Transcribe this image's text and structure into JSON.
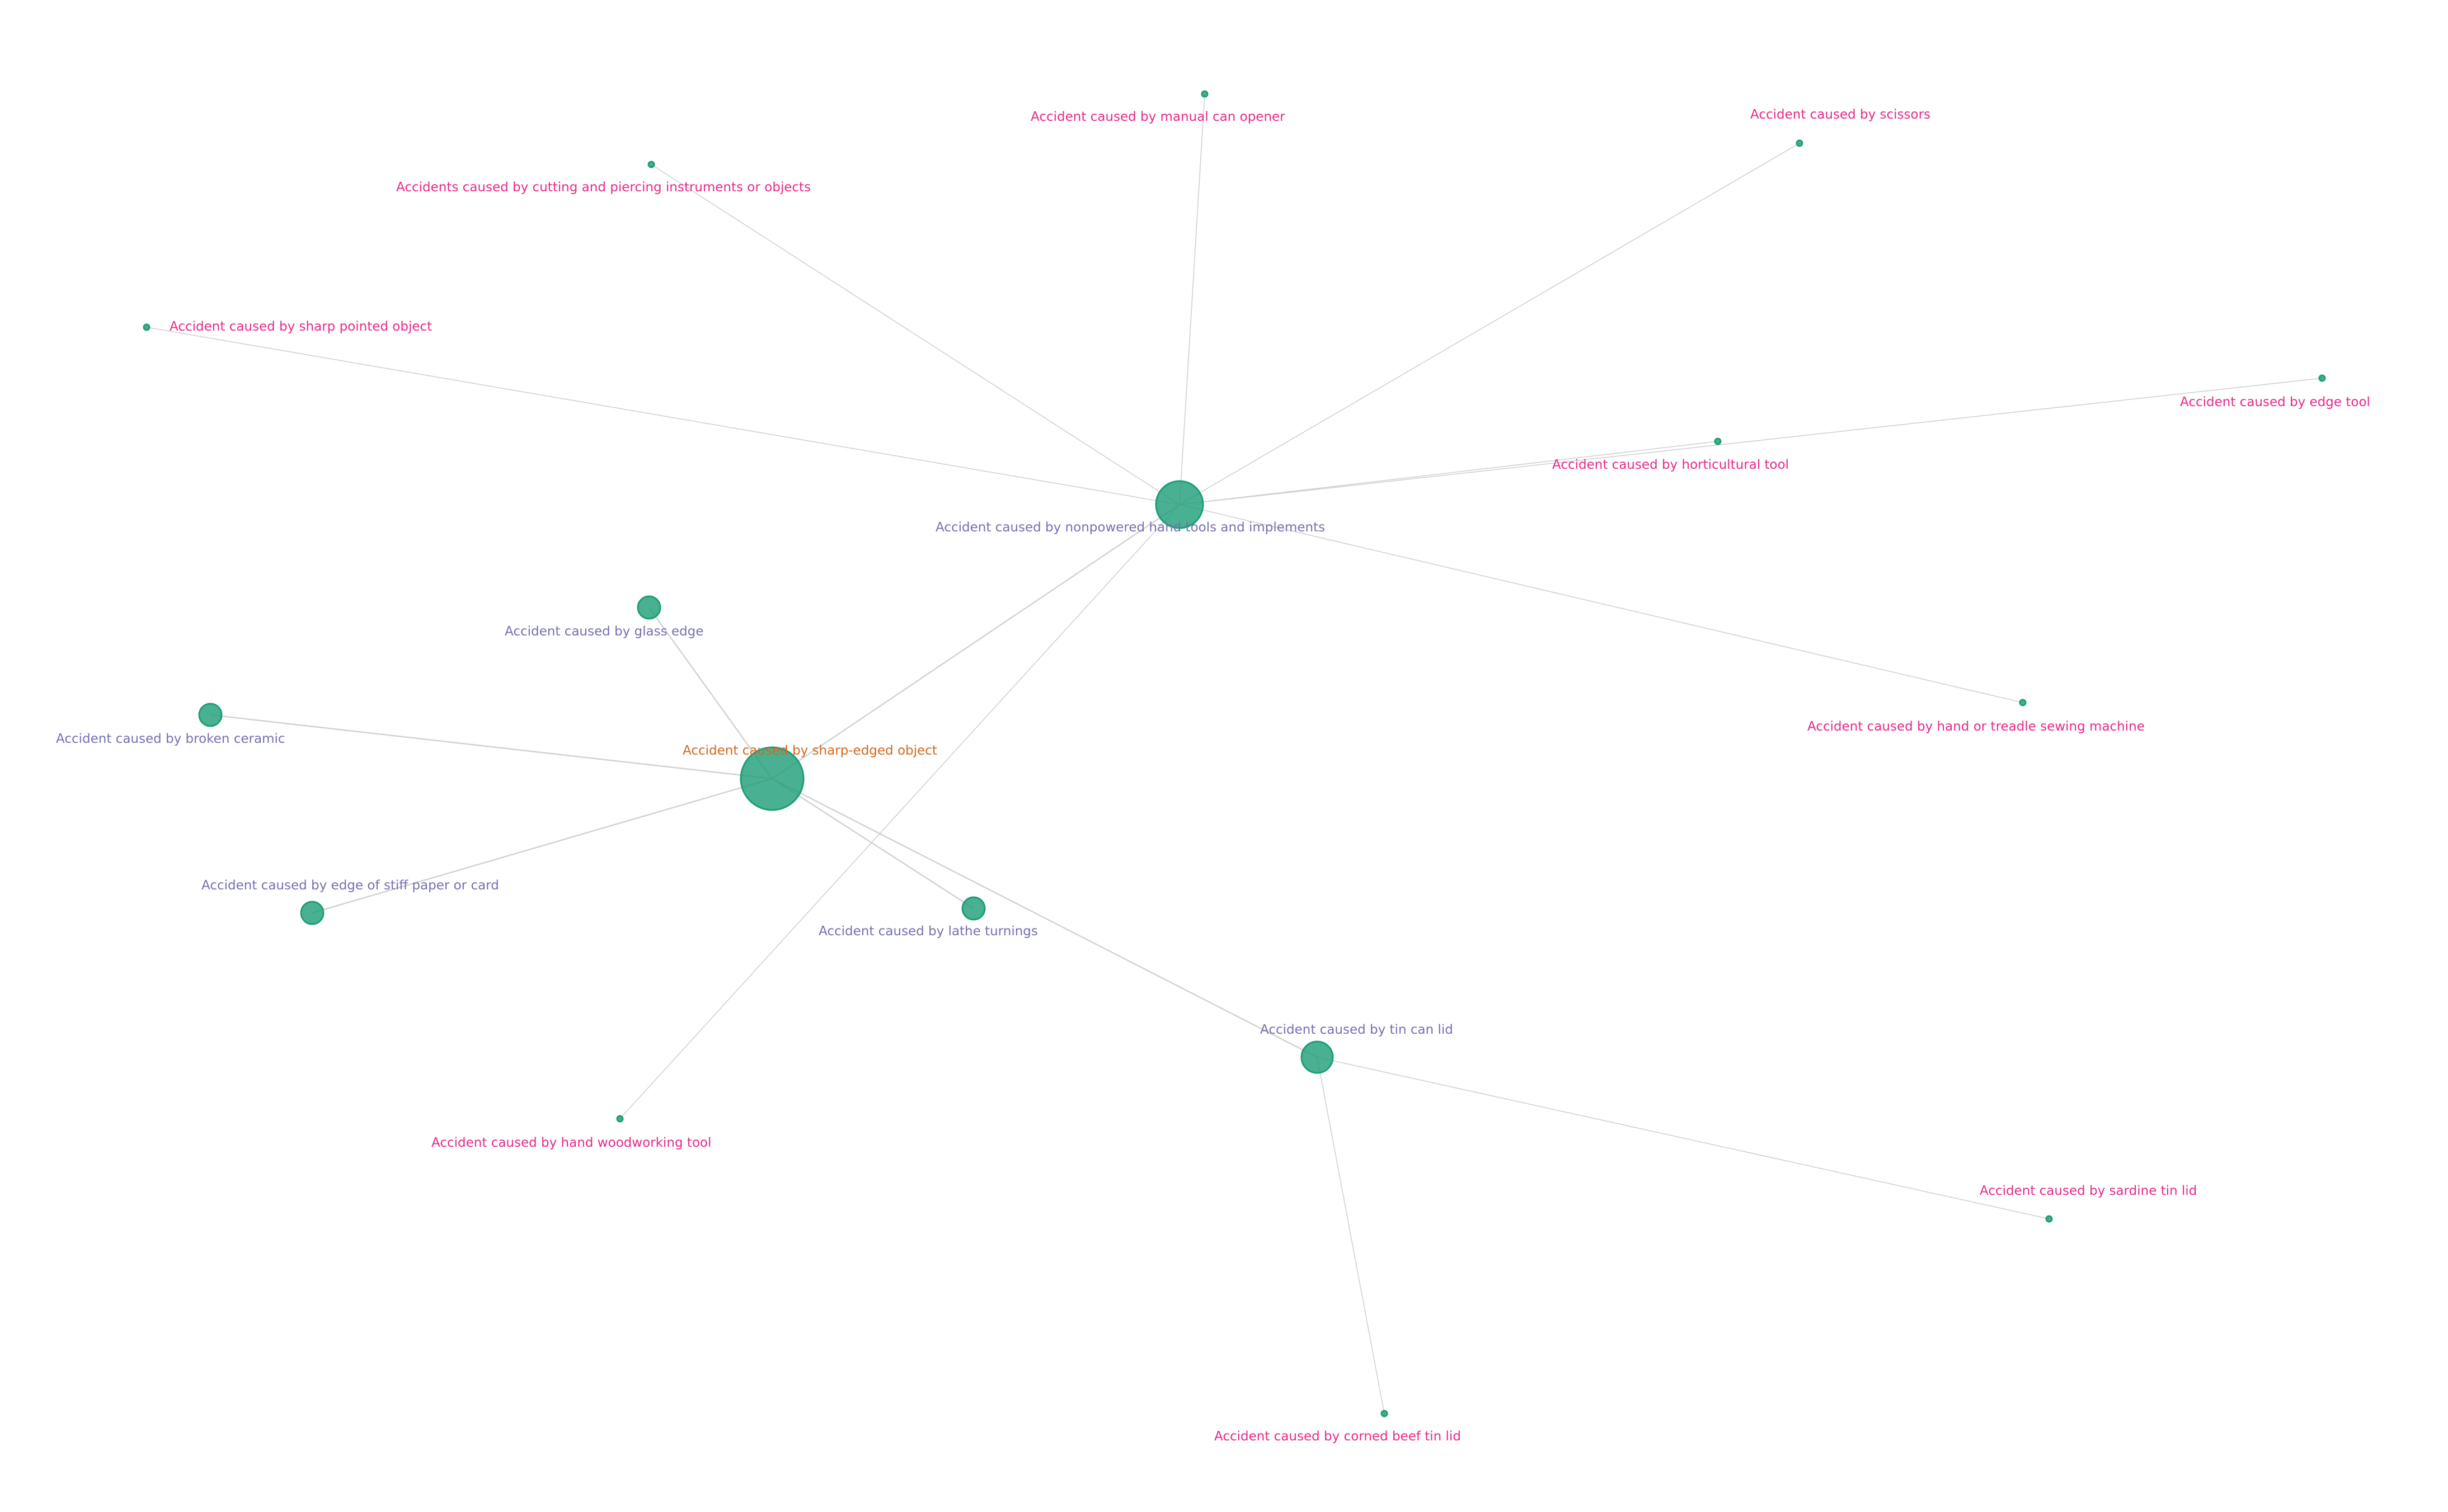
{
  "graph": {
    "colors": {
      "node": "#1b9e77",
      "edge": "#cccccc",
      "label_root": "#d2691e",
      "label_mid": "#7570b3",
      "label_leaf": "#e7298a"
    },
    "nodes": [
      {
        "id": "sharp",
        "label": "Accident caused by sharp-edged object",
        "kind": "root"
      },
      {
        "id": "nonpowered",
        "label": "Accident caused by nonpowered hand tools and implements",
        "kind": "mid"
      },
      {
        "id": "glass",
        "label": "Accident caused by glass edge",
        "kind": "mid"
      },
      {
        "id": "ceramic",
        "label": "Accident caused by broken ceramic",
        "kind": "mid"
      },
      {
        "id": "paper",
        "label": "Accident caused by edge of stiff paper or card",
        "kind": "mid"
      },
      {
        "id": "lathe",
        "label": "Accident caused by lathe turnings",
        "kind": "mid"
      },
      {
        "id": "tincan",
        "label": "Accident caused by tin can lid",
        "kind": "mid"
      },
      {
        "id": "canopener",
        "label": "Accident caused by manual can opener",
        "kind": "leaf"
      },
      {
        "id": "scissors",
        "label": "Accident caused by scissors",
        "kind": "leaf"
      },
      {
        "id": "cutting",
        "label": "Accidents caused by cutting and piercing instruments or objects",
        "kind": "leaf"
      },
      {
        "id": "pointed",
        "label": "Accident caused by sharp pointed object",
        "kind": "leaf"
      },
      {
        "id": "edgetool",
        "label": "Accident caused by edge tool",
        "kind": "leaf"
      },
      {
        "id": "horticultural",
        "label": "Accident caused by horticultural tool",
        "kind": "leaf"
      },
      {
        "id": "sewing",
        "label": "Accident caused by hand or treadle sewing machine",
        "kind": "leaf"
      },
      {
        "id": "woodworking",
        "label": "Accident caused by hand woodworking tool",
        "kind": "leaf"
      },
      {
        "id": "sardine",
        "label": "Accident caused by sardine tin lid",
        "kind": "leaf"
      },
      {
        "id": "cornedbeef",
        "label": "Accident caused by corned beef tin lid",
        "kind": "leaf"
      }
    ],
    "edges": [
      {
        "source": "sharp",
        "target": "nonpowered"
      },
      {
        "source": "sharp",
        "target": "glass"
      },
      {
        "source": "sharp",
        "target": "ceramic"
      },
      {
        "source": "sharp",
        "target": "paper"
      },
      {
        "source": "sharp",
        "target": "lathe"
      },
      {
        "source": "sharp",
        "target": "tincan"
      },
      {
        "source": "nonpowered",
        "target": "canopener"
      },
      {
        "source": "nonpowered",
        "target": "scissors"
      },
      {
        "source": "nonpowered",
        "target": "cutting"
      },
      {
        "source": "nonpowered",
        "target": "pointed"
      },
      {
        "source": "nonpowered",
        "target": "edgetool"
      },
      {
        "source": "nonpowered",
        "target": "horticultural"
      },
      {
        "source": "nonpowered",
        "target": "sewing"
      },
      {
        "source": "nonpowered",
        "target": "woodworking"
      },
      {
        "source": "tincan",
        "target": "sardine"
      },
      {
        "source": "tincan",
        "target": "cornedbeef"
      }
    ]
  }
}
